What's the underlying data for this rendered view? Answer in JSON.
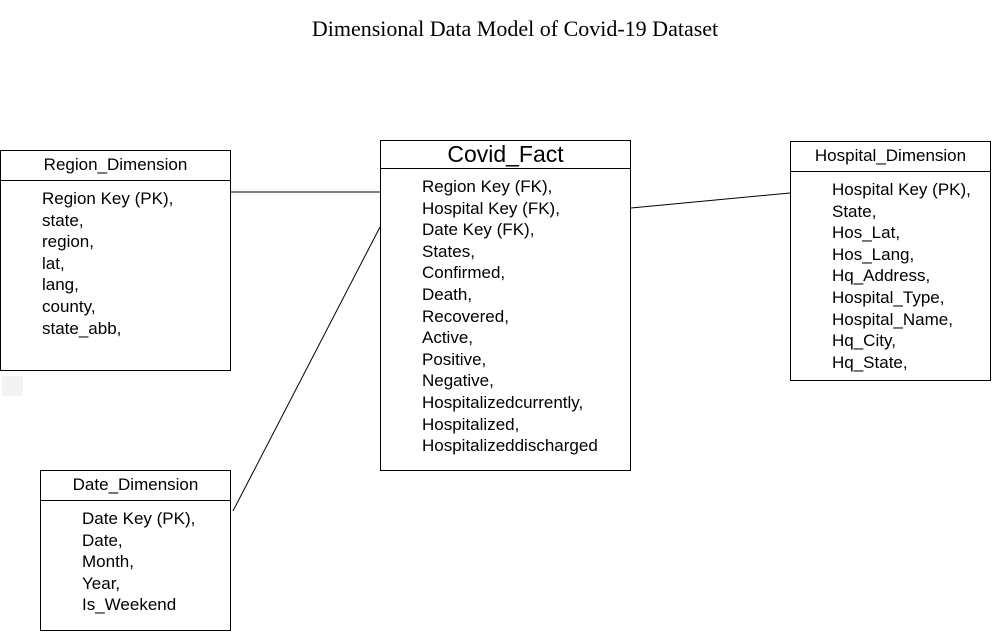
{
  "title": "Dimensional Data Model of Covid-19 Dataset",
  "entities": {
    "region": {
      "name": "Region_Dimension",
      "attributes": [
        "Region Key (PK),",
        "state,",
        "region,",
        "lat,",
        "lang,",
        "county,",
        "state_abb,"
      ]
    },
    "fact": {
      "name": "Covid_Fact",
      "attributes": [
        "Region Key (FK),",
        "Hospital Key (FK),",
        "Date Key (FK),",
        "States,",
        "Confirmed,",
        "Death,",
        "Recovered,",
        "Active,",
        "Positive,",
        "Negative,",
        "Hospitalizedcurrently,",
        "Hospitalized,",
        "Hospitalizeddischarged"
      ]
    },
    "hospital": {
      "name": "Hospital_Dimension",
      "attributes": [
        "Hospital Key (PK),",
        "State,",
        "Hos_Lat,",
        "Hos_Lang,",
        "Hq_Address,",
        "Hospital_Type,",
        "Hospital_Name,",
        "Hq_City,",
        "Hq_State,"
      ]
    },
    "date": {
      "name": "Date_Dimension",
      "attributes": [
        "Date Key (PK),",
        "Date,",
        "Month,",
        "Year,",
        "Is_Weekend"
      ]
    }
  }
}
